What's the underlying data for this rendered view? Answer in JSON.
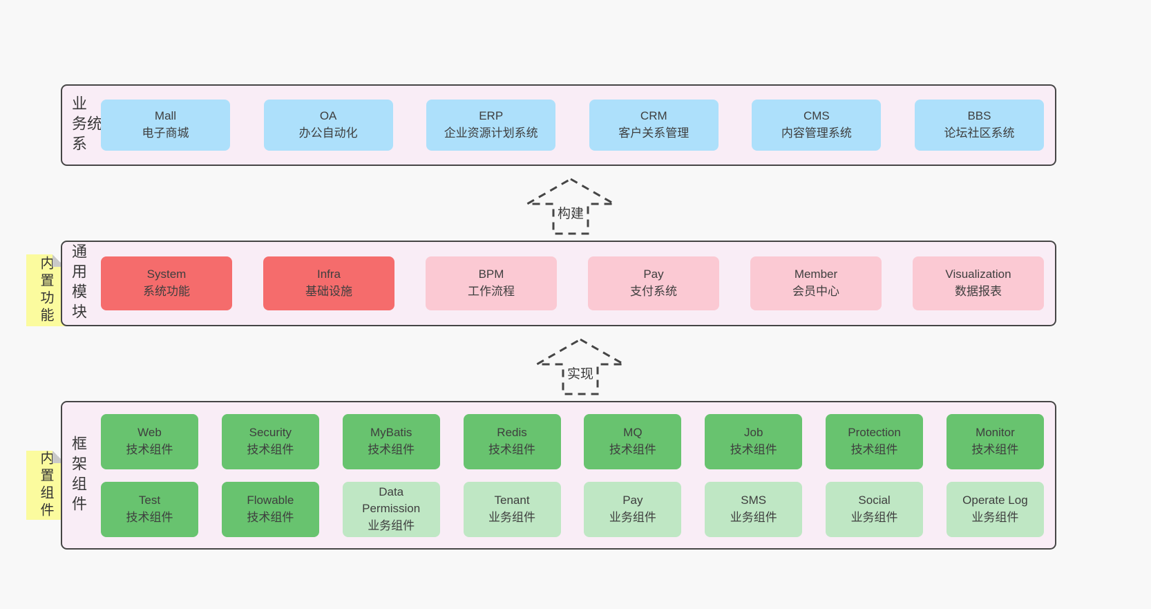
{
  "colors": {
    "page_bg": "#f8f8f8",
    "layer_bg": "#f9edf6",
    "border": "#454545",
    "text": "#3e3e3e",
    "business_box": "#ade0fb",
    "module_core": "#f56c6c",
    "module_optional": "#fbc9d3",
    "tech_component": "#68c36f",
    "biz_component": "#bfe7c4",
    "note_bg": "#fbfb9e",
    "note_fold": "#c9c9c9"
  },
  "arrows": [
    {
      "label": "构建"
    },
    {
      "label": "实现"
    }
  ],
  "layers": [
    {
      "label": "业务系统",
      "boxes": [
        {
          "title": "Mall",
          "subtitle": "电子商城"
        },
        {
          "title": "OA",
          "subtitle": "办公自动化"
        },
        {
          "title": "ERP",
          "subtitle": "企业资源计划系统"
        },
        {
          "title": "CRM",
          "subtitle": "客户关系管理"
        },
        {
          "title": "CMS",
          "subtitle": "内容管理系统"
        },
        {
          "title": "BBS",
          "subtitle": "论坛社区系统"
        }
      ]
    },
    {
      "label": "通用模块",
      "note": "内置功能",
      "boxes": [
        {
          "title": "System",
          "subtitle": "系统功能"
        },
        {
          "title": "Infra",
          "subtitle": "基础设施"
        },
        {
          "title": "BPM",
          "subtitle": "工作流程"
        },
        {
          "title": "Pay",
          "subtitle": "支付系统"
        },
        {
          "title": "Member",
          "subtitle": "会员中心"
        },
        {
          "title": "Visualization",
          "subtitle": "数据报表"
        }
      ]
    },
    {
      "label": "框架组件",
      "note": "内置组件",
      "rows": [
        [
          {
            "title": "Web",
            "subtitle": "技术组件"
          },
          {
            "title": "Security",
            "subtitle": "技术组件"
          },
          {
            "title": "MyBatis",
            "subtitle": "技术组件"
          },
          {
            "title": "Redis",
            "subtitle": "技术组件"
          },
          {
            "title": "MQ",
            "subtitle": "技术组件"
          },
          {
            "title": "Job",
            "subtitle": "技术组件"
          },
          {
            "title": "Protection",
            "subtitle": "技术组件"
          },
          {
            "title": "Monitor",
            "subtitle": "技术组件"
          }
        ],
        [
          {
            "title": "Test",
            "subtitle": "技术组件"
          },
          {
            "title": "Flowable",
            "subtitle": "技术组件"
          },
          {
            "title": "Data Permission",
            "subtitle": "业务组件"
          },
          {
            "title": "Tenant",
            "subtitle": "业务组件"
          },
          {
            "title": "Pay",
            "subtitle": "业务组件"
          },
          {
            "title": "SMS",
            "subtitle": "业务组件"
          },
          {
            "title": "Social",
            "subtitle": "业务组件"
          },
          {
            "title": "Operate Log",
            "subtitle": "业务组件"
          }
        ]
      ]
    }
  ]
}
